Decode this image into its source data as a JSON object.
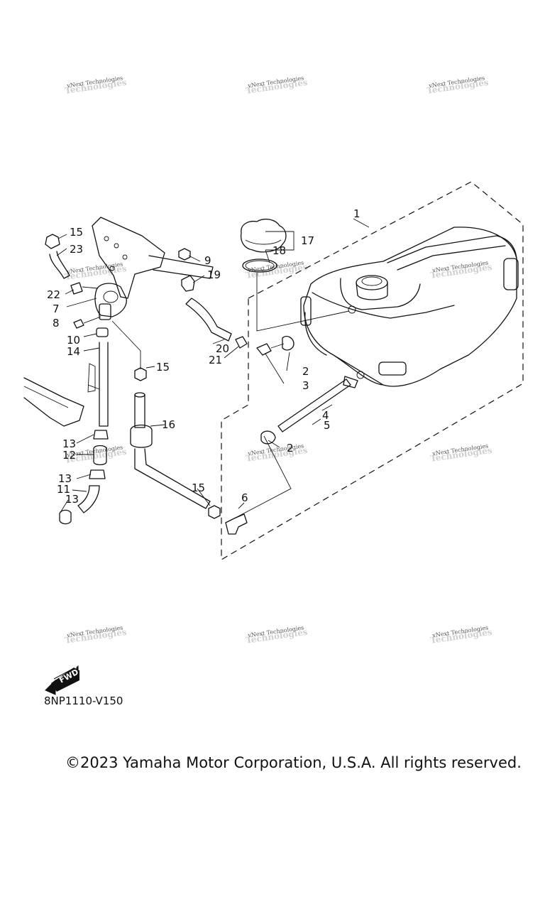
{
  "watermark": {
    "line1": "vNext Technologies",
    "line2": "Technologies"
  },
  "callouts": [
    "1",
    "2",
    "3",
    "2",
    "4",
    "5",
    "6",
    "7",
    "8",
    "9",
    "10",
    "11",
    "12",
    "13",
    "13",
    "13",
    "14",
    "15",
    "15",
    "15",
    "16",
    "17",
    "18",
    "19",
    "20",
    "21",
    "22",
    "23"
  ],
  "fwd_label": "FWD",
  "diagram_code": "8NP1110-V150",
  "copyright": "©2023 Yamaha Motor Corporation, U.S.A. All rights reserved.",
  "colors": {
    "ink": "#111111",
    "background": "#ffffff",
    "watermark": "#cfcfcf"
  }
}
